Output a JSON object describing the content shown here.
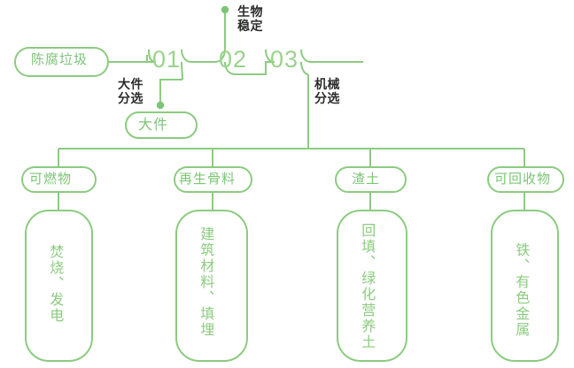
{
  "diagram": {
    "type": "process-flow-tree",
    "title": "",
    "colors": {
      "line": "#8ccb80",
      "pill_stroke": "#8ccb80",
      "pill_text": "#7cc576",
      "stage_number": "#9ad38c",
      "dark_text": "#2b2b2b",
      "background": "#ffffff"
    },
    "input": {
      "label": "陈腐垃圾",
      "shape": "pill"
    },
    "stages": [
      {
        "number": "01",
        "process_label": "大件\n分选",
        "process_label_lines": [
          "大件",
          "分选"
        ],
        "output": {
          "label": "大件",
          "shape": "pill"
        }
      },
      {
        "number": "02",
        "process_label": "生物\n稳定",
        "process_label_lines": [
          "生物",
          "稳定"
        ],
        "output": null
      },
      {
        "number": "03",
        "process_label": "机械\n分选",
        "process_label_lines": [
          "机械",
          "分选"
        ],
        "output": null
      }
    ],
    "branches": [
      {
        "material": "可燃物",
        "use": "焚烧、发电",
        "use_vertical": "焚烧、发电"
      },
      {
        "material": "再生骨料",
        "use": "建筑材料、填埋",
        "use_vertical": "建筑材料、填埋"
      },
      {
        "material": "渣土",
        "use": "回填、绿化营养土",
        "use_vertical": "回填、绿化营养土"
      },
      {
        "material": "可回收物",
        "use": "铁、有色金属",
        "use_vertical": "铁、有色金属"
      }
    ]
  }
}
